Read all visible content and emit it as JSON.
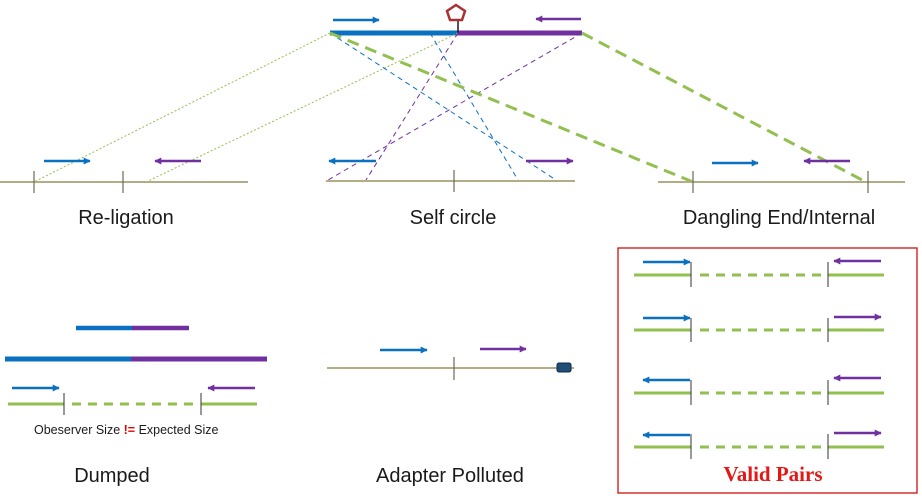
{
  "labels": {
    "religation": "Re-ligation",
    "self_circle": "Self circle",
    "dangling": "Dangling End/Internal",
    "dumped": "Dumped",
    "adapter": "Adapter Polluted",
    "valid_pairs": "Valid Pairs"
  },
  "size_note": {
    "left": "Obeserver Size ",
    "op": "!=",
    "right": " Expected Size"
  },
  "icons": {
    "restriction_site": "pentagon-icon",
    "adapter": "adapter-block-icon"
  },
  "colors": {
    "blue": "#0a70c0",
    "purple": "#7030a0",
    "green": "#92c050",
    "genome": "#b3ad86",
    "pentagon": "#a83232",
    "valid_border": "#d01010",
    "valid_text": "#e41616"
  }
}
